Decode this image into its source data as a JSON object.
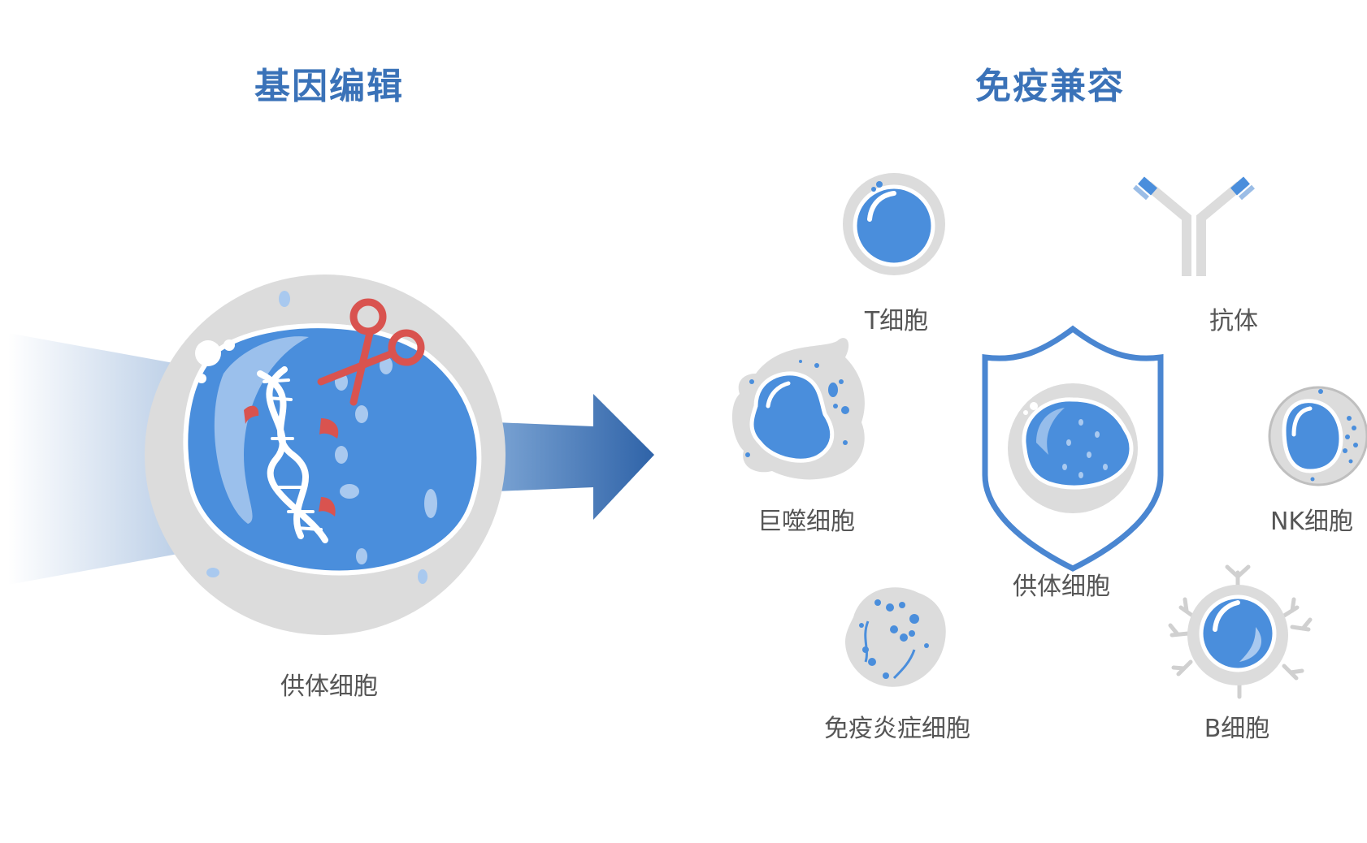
{
  "titles": {
    "left": "基因编辑",
    "right": "免疫兼容"
  },
  "left_panel": {
    "donor_cell_label": "供体细胞"
  },
  "right_panel": {
    "t_cell": "T细胞",
    "antibody": "抗体",
    "macrophage": "巨噬细胞",
    "donor_cell": "供体细胞",
    "nk_cell": "NK细胞",
    "immune_inflammatory_cell": "免疫炎症细胞",
    "b_cell": "B细胞"
  },
  "colors": {
    "title_blue": "#3a72b8",
    "cell_blue": "#4a8edc",
    "cell_gray": "#dcdcdc",
    "scissors_red": "#d9534f",
    "shield_blue": "#4a86d1"
  },
  "icons": [
    "scissors-icon",
    "dna-icon",
    "arrow-right-icon",
    "shield-icon",
    "antibody-icon"
  ]
}
